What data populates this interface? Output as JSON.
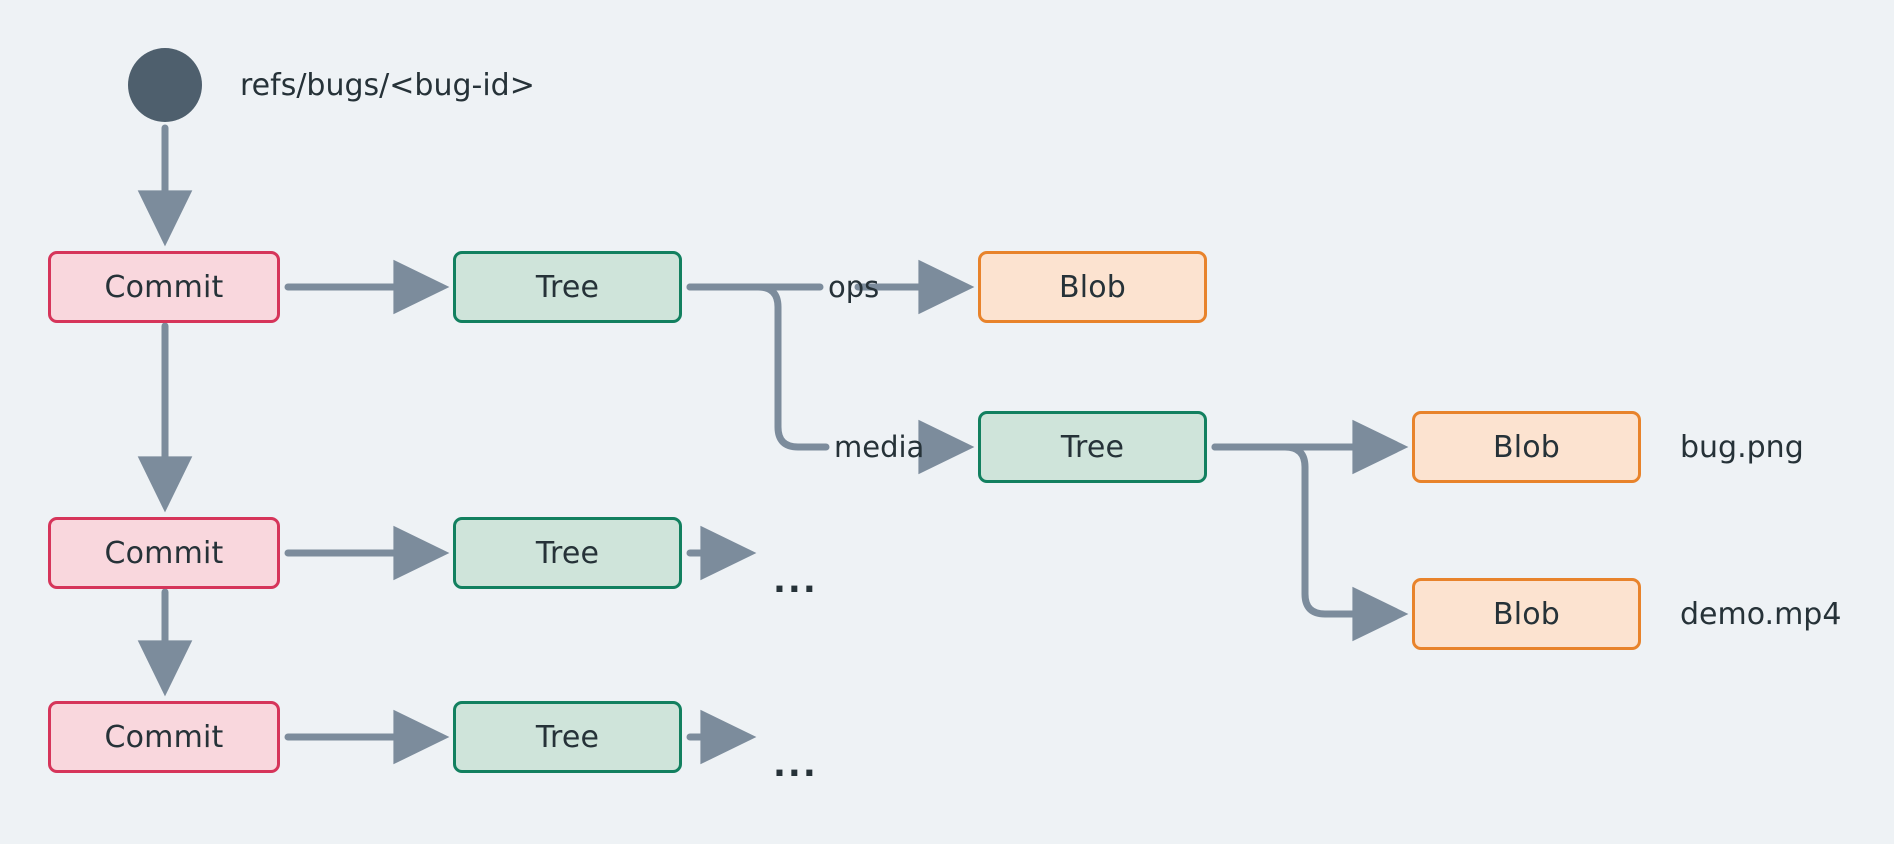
{
  "diagram": {
    "title": "Git object graph for a bug branch",
    "background_color": "#eef2f5",
    "connector_color": "#7c8c9c",
    "text_color": "#263238",
    "ref": {
      "dot_name": "ref-dot",
      "dot_color": "#4e5f6d",
      "label": "refs/bugs/<bug-id>"
    },
    "palette": {
      "commit_fill": "#f9d7dd",
      "commit_border": "#d6355a",
      "tree_fill": "#cfe4da",
      "tree_border": "#12805f",
      "blob_fill": "#fce3d0",
      "blob_border": "#e8832b"
    },
    "nodes": {
      "commit_1": "Commit",
      "commit_2": "Commit",
      "commit_3": "Commit",
      "tree_1": "Tree",
      "tree_2": "Tree",
      "tree_3": "Tree",
      "tree_media": "Tree",
      "blob_ops": "Blob",
      "blob_png": "Blob",
      "blob_mp4": "Blob"
    },
    "edge_labels": {
      "ops": "ops",
      "media": "media"
    },
    "file_labels": {
      "bug_png": "bug.png",
      "demo_mp4": "demo.mp4"
    },
    "ellipsis": {
      "tree_2_more": "...",
      "tree_3_more": "..."
    }
  }
}
